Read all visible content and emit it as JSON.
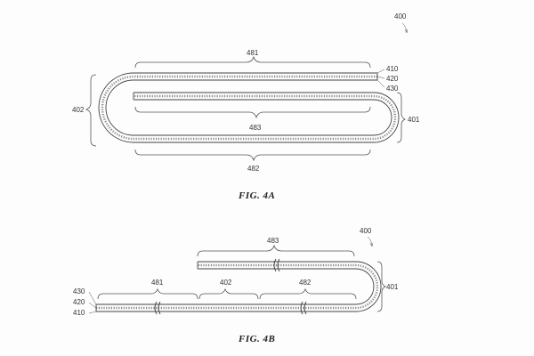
{
  "fig4a": {
    "figure_ref": "400",
    "caption": "FIG. 4A",
    "labels": {
      "top_span": "481",
      "inner_span": "483",
      "bottom_span": "482",
      "left_fold": "402",
      "right_fold": "401",
      "layer_outer": "410",
      "layer_middle": "420",
      "layer_inner": "430"
    }
  },
  "fig4b": {
    "figure_ref": "400",
    "caption": "FIG. 4B",
    "labels": {
      "top_span": "483",
      "left_span": "481",
      "middle_span": "402",
      "right_span": "482",
      "right_fold": "401",
      "layer_top": "430",
      "layer_middle": "420",
      "layer_bottom": "410"
    }
  }
}
